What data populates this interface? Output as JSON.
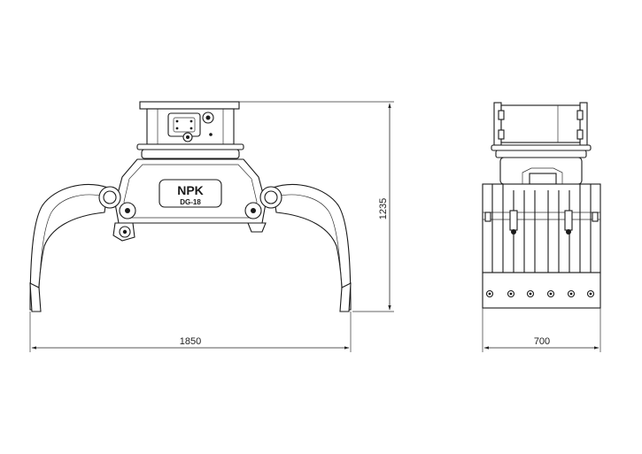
{
  "dimensions": {
    "width_front": "1850",
    "height": "1235",
    "width_side": "700"
  },
  "logo": {
    "brand": "NPK",
    "model": "DG-18"
  },
  "colors": {
    "line": "#1a1a1a",
    "background": "#ffffff"
  }
}
